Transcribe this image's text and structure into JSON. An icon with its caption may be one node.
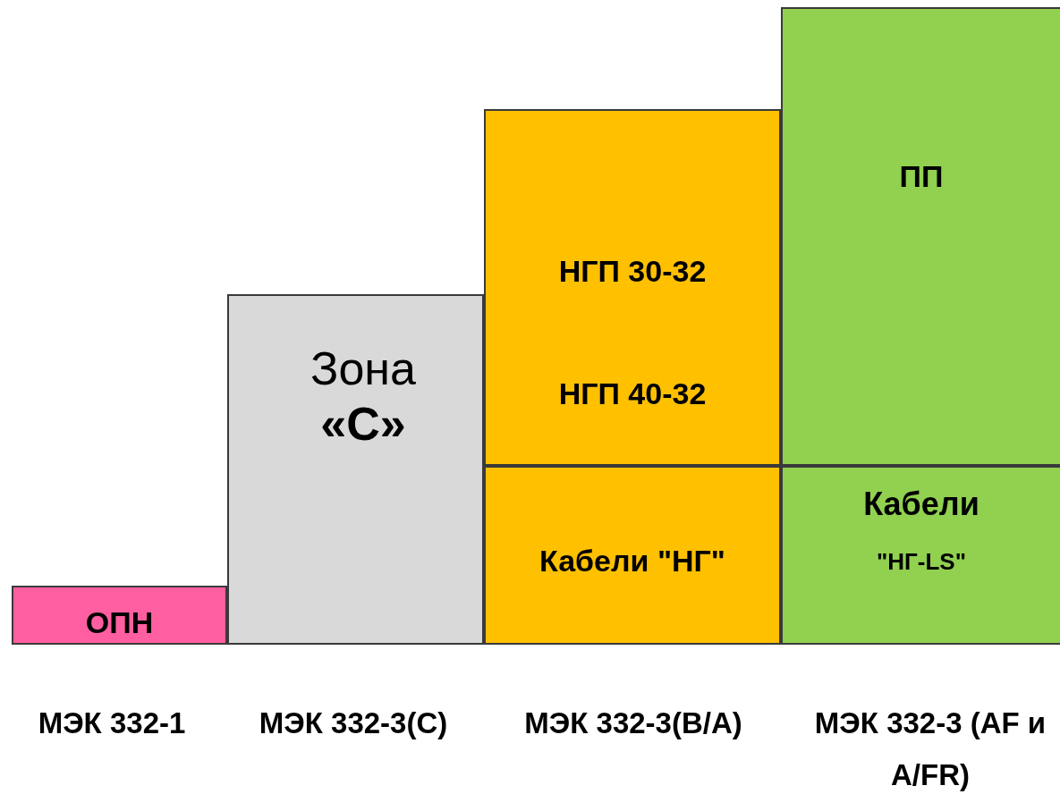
{
  "diagram": {
    "nodes": [
      {
        "text": [
          "ОПН"
        ]
      },
      {
        "text": [
          "Зона **«С»**"
        ]
      },
      {
        "text": [
          "НГП 30-32",
          "НГП 40-32"
        ]
      },
      {
        "text": [
          "Кабели \"НГ\""
        ]
      },
      {
        "text": [
          "ПП"
        ]
      },
      {
        "text": [
          "Кабели",
          "\"НГ-LS\""
        ]
      }
    ],
    "edges": [],
    "labels": [
      "МЭК 332-1",
      "МЭК 332-3(С)",
      "МЭК 332-3(В/А)",
      "МЭК 332-3 (AF и A/FR)"
    ]
  }
}
